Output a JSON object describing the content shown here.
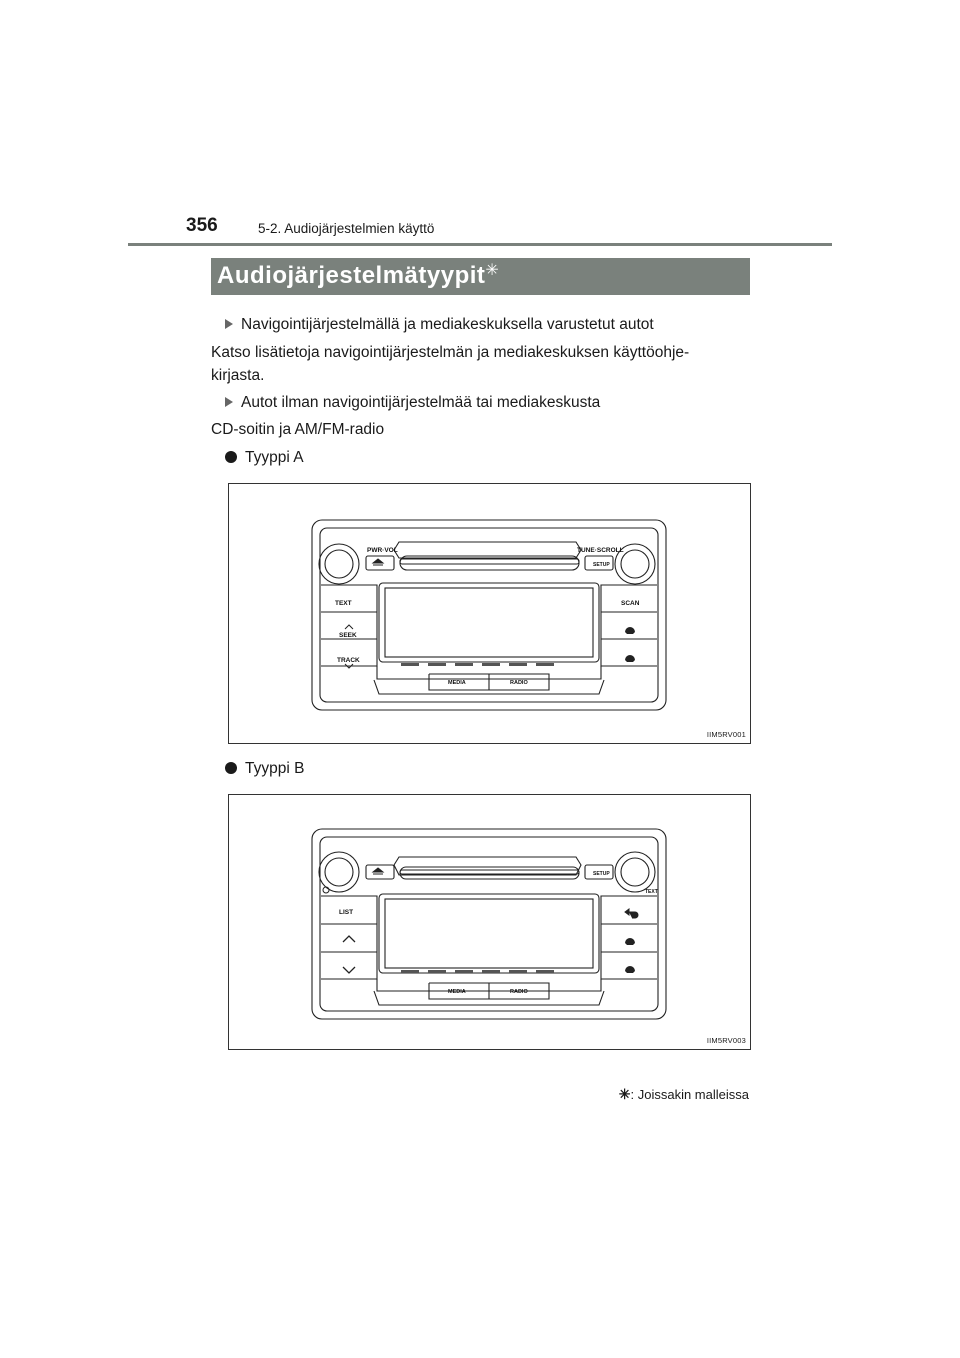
{
  "header": {
    "page_number": "356",
    "section": "5-2. Audiojärjestelmien käyttö"
  },
  "title": {
    "text": "Audiojärjestelmätyypit",
    "mark": "✳"
  },
  "content": {
    "item1_heading": "Navigointijärjestelmällä ja mediakeskuksella varustetut autot",
    "item1_text_line1": "Katso lisätietoja navigointijärjestelmän ja mediakeskuksen käyttöohje-",
    "item1_text_line2": "kirjasta.",
    "item2_heading": "Autot ilman navigointijärjestelmää tai mediakeskusta",
    "item2_text": "CD-soitin ja AM/FM-radio",
    "type_a_label": "Tyyppi A",
    "type_b_label": "Tyyppi B"
  },
  "figure_a": {
    "code": "IIM5RV001",
    "pwr_vol": "PWR·VOL",
    "tune_scroll": "TUNE·SCROLL",
    "setup": "SETUP",
    "text": "TEXT",
    "seek": "SEEK",
    "track": "TRACK",
    "scan": "SCAN",
    "media": "MEDIA",
    "radio": "RADIO"
  },
  "figure_b": {
    "code": "IIM5RV003",
    "setup": "SETUP",
    "text": "TEXT",
    "list": "LIST",
    "media": "MEDIA",
    "radio": "RADIO"
  },
  "footnote": {
    "mark": "✳",
    "text": ": Joissakin malleissa"
  }
}
